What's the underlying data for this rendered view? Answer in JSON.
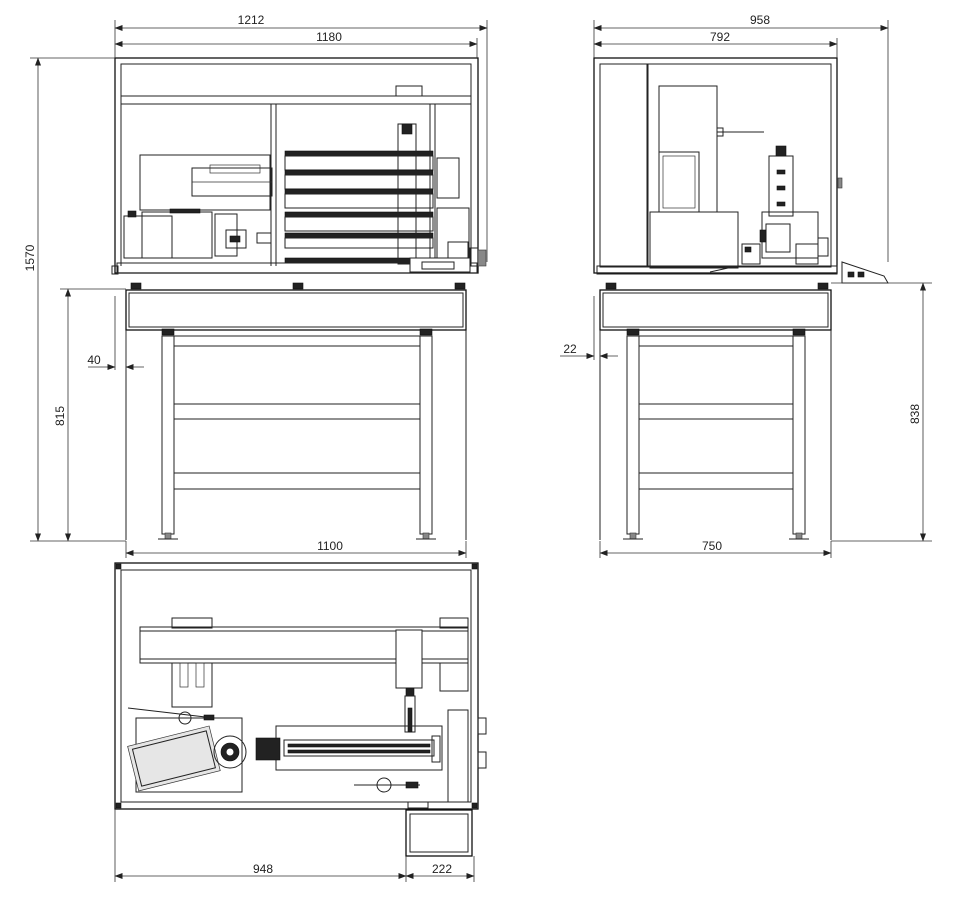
{
  "dimensions": {
    "front_overall_width": "1212",
    "front_cabinet_width": "1180",
    "overall_height": "1570",
    "table_height": "815",
    "front_offset": "40",
    "table_width": "1100",
    "side_overall_depth": "958",
    "side_cabinet_depth": "792",
    "side_offset": "22",
    "side_table_height": "838",
    "side_table_depth": "750",
    "top_main_width": "948",
    "top_pedal_width": "222"
  },
  "views": [
    "front-view",
    "side-view",
    "top-view"
  ]
}
